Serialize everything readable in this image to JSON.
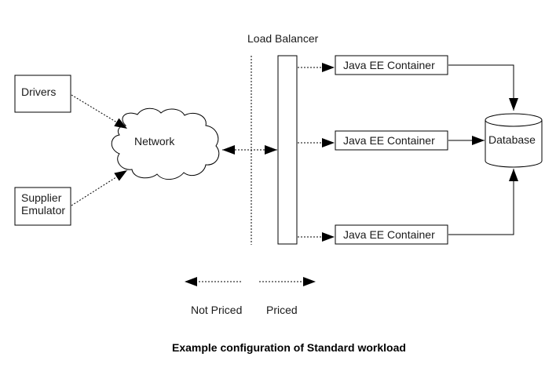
{
  "diagram": {
    "nodes": {
      "drivers": "Drivers",
      "supplier_line1": "Supplier",
      "supplier_line2": "Emulator",
      "network": "Network",
      "load_balancer": "Load Balancer",
      "container1": "Java EE Container",
      "container2": "Java EE Container",
      "container3": "Java EE Container",
      "database": "Database"
    },
    "legend": {
      "not_priced": "Not Priced",
      "priced": "Priced"
    },
    "caption": "Example configuration of Standard workload"
  }
}
